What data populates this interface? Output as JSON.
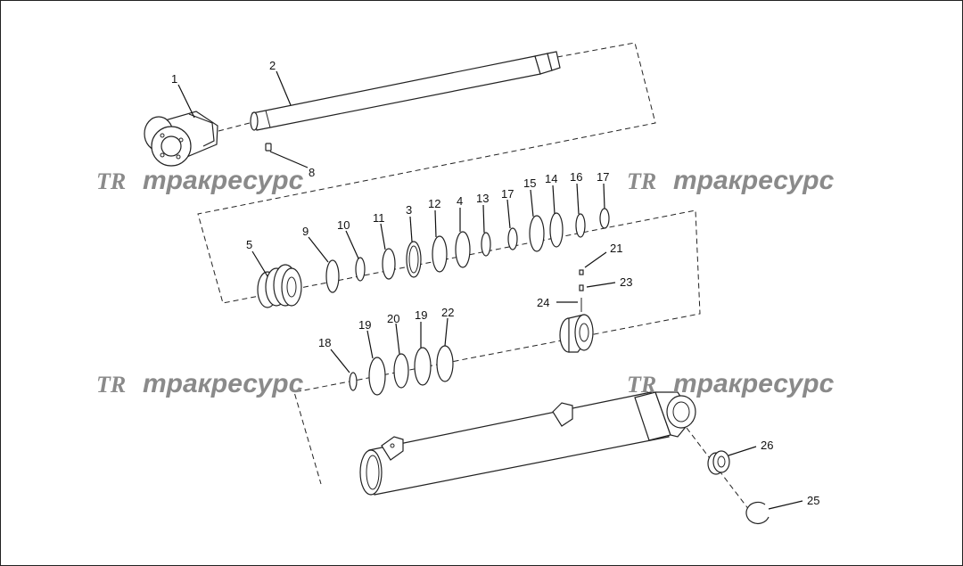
{
  "callouts": [
    {
      "id": "1",
      "label": "1"
    },
    {
      "id": "2",
      "label": "2"
    },
    {
      "id": "3",
      "label": "3"
    },
    {
      "id": "4",
      "label": "4"
    },
    {
      "id": "5",
      "label": "5"
    },
    {
      "id": "8",
      "label": "8"
    },
    {
      "id": "9",
      "label": "9"
    },
    {
      "id": "10",
      "label": "10"
    },
    {
      "id": "11",
      "label": "11"
    },
    {
      "id": "12",
      "label": "12"
    },
    {
      "id": "13",
      "label": "13"
    },
    {
      "id": "14",
      "label": "14"
    },
    {
      "id": "15",
      "label": "15"
    },
    {
      "id": "16",
      "label": "16"
    },
    {
      "id": "17a",
      "label": "17"
    },
    {
      "id": "17b",
      "label": "17"
    },
    {
      "id": "18",
      "label": "18"
    },
    {
      "id": "19a",
      "label": "19"
    },
    {
      "id": "19b",
      "label": "19"
    },
    {
      "id": "20",
      "label": "20"
    },
    {
      "id": "21",
      "label": "21"
    },
    {
      "id": "22",
      "label": "22"
    },
    {
      "id": "23",
      "label": "23"
    },
    {
      "id": "24",
      "label": "24"
    },
    {
      "id": "25",
      "label": "25"
    },
    {
      "id": "26",
      "label": "26"
    }
  ],
  "watermark": {
    "logo": "TR",
    "text": "тракресурс",
    "color": "#8a8a8a"
  }
}
